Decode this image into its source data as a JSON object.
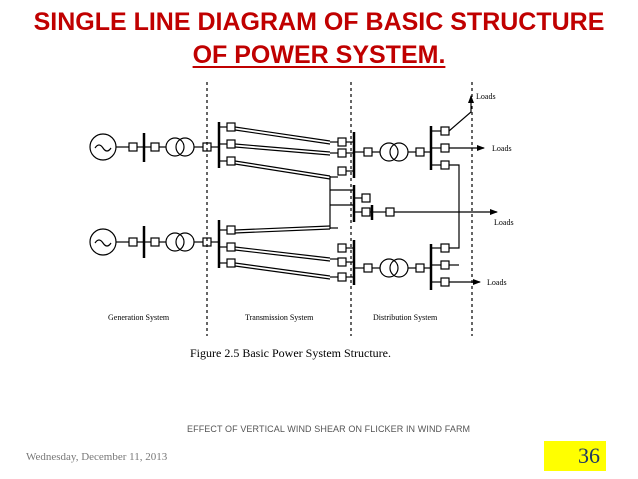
{
  "title": {
    "line1": "SINGLE LINE DIAGRAM OF BASIC STRUCTURE",
    "line2": "OF POWER SYSTEM."
  },
  "diagram": {
    "sections": [
      "Generation System",
      "Transmission System",
      "Distribution System"
    ],
    "loads": [
      "Loads",
      "Loads",
      "Loads",
      "Loads"
    ],
    "caption": "Figure 2.5 Basic Power System Structure."
  },
  "footer": {
    "center_text": "EFFECT OF VERTICAL WIND SHEAR ON FLICKER IN WIND FARM",
    "date": "Wednesday, December 11, 2013",
    "page_number": "36"
  },
  "colors": {
    "title": "#c00000",
    "page_badge": "#ffff00",
    "page_number": "#1f3864"
  }
}
